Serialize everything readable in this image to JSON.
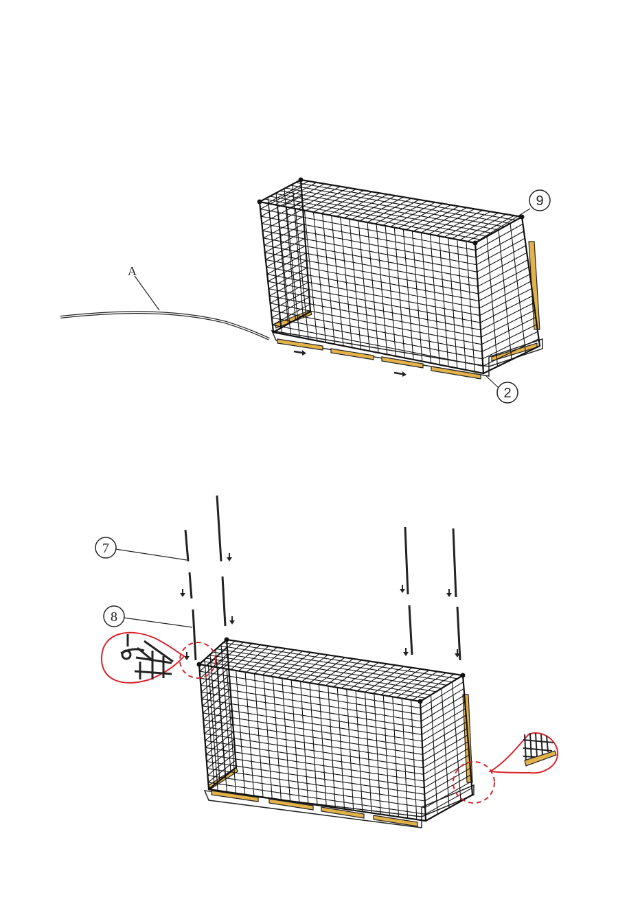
{
  "figure_1": {
    "labels": {
      "rod_letter": "A",
      "callout_top_right": "9",
      "callout_bottom_right": "2"
    }
  },
  "figure_2": {
    "labels": {
      "callout_rod_upper": "7",
      "callout_rod_lower": "8"
    }
  },
  "colors": {
    "frame_wood": "#e3b24a",
    "frame_wood_edge": "#8a6a20",
    "net_line": "#111111",
    "detail_circle": "#d9232a",
    "background": "#ffffff"
  },
  "icons": [
    "down-arrow-icon",
    "right-arrow-icon",
    "detail-magnifier-icon"
  ]
}
